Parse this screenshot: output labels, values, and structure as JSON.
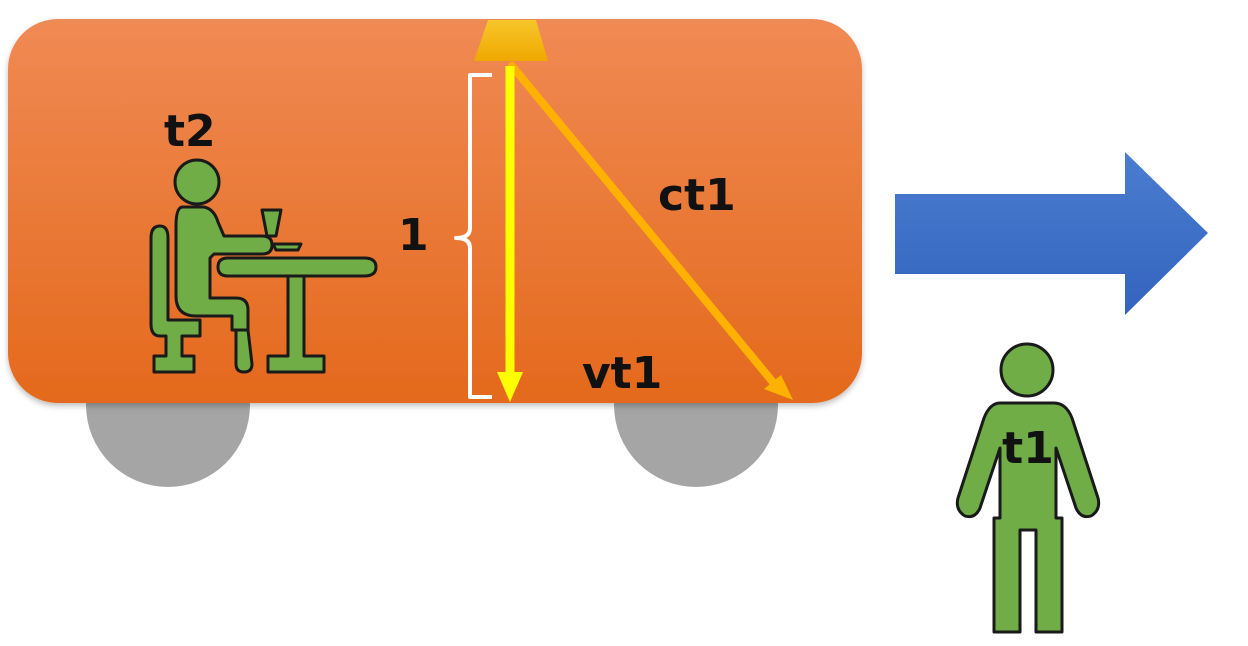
{
  "labels": {
    "seated_person": "t2",
    "vertical_length": "1",
    "vertical_ray": "vt1",
    "diagonal_ray": "ct1",
    "standing_person": "t1"
  },
  "colors": {
    "car_body_top": "#F08A54",
    "car_body_bottom": "#E4691C",
    "wheel": "#A5A5A5",
    "light_source": "#F5B800",
    "vertical_ray": "#FFFF00",
    "diagonal_ray": "#FFB100",
    "bracket": "#FFFFFF",
    "motion_arrow": "#3F6FC6",
    "figure_fill": "#70AD47",
    "figure_stroke": "#1A1A1A"
  },
  "icons": {
    "seated_person": "person-at-table-icon",
    "standing_person": "standing-person-icon",
    "motion_arrow": "right-arrow-icon",
    "light_source": "lamp-icon"
  }
}
